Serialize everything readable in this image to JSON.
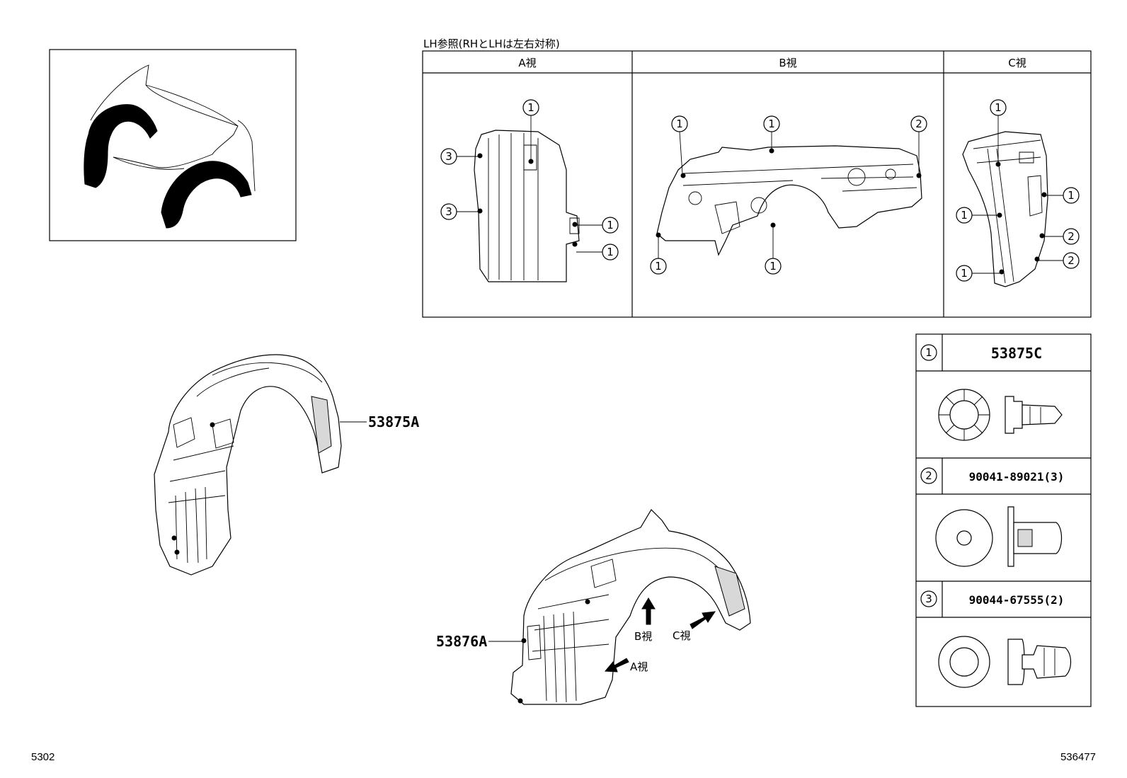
{
  "reference_note": "LH参照(RHとLHは左右対称)",
  "views": [
    {
      "label": "A視"
    },
    {
      "label": "B視"
    },
    {
      "label": "C視"
    }
  ],
  "callouts": {
    "c1": "1",
    "c2": "2",
    "c3": "3"
  },
  "parts": {
    "upper": "53875A",
    "lower": "53876A"
  },
  "arrows": {
    "a": "A視",
    "b": "B視",
    "c": "C視"
  },
  "fasteners": [
    {
      "index": "1",
      "part_number": "53875C"
    },
    {
      "index": "2",
      "part_number": "90041-89021(3)"
    },
    {
      "index": "3",
      "part_number": "90044-67555(2)"
    }
  ],
  "footer": {
    "left_code": "5302",
    "right_code": "536477"
  }
}
